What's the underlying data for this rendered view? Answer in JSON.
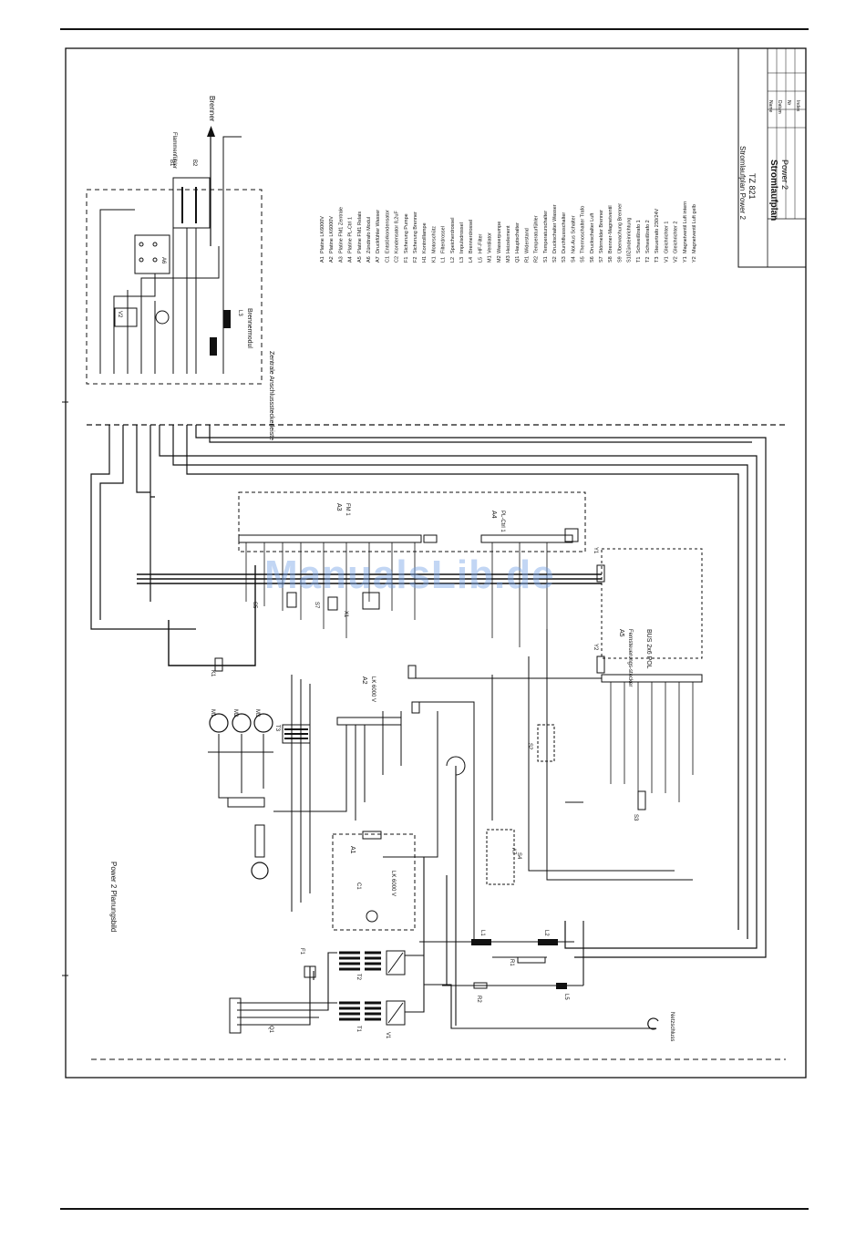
{
  "watermark": "ManualsLib.de",
  "sheet": {
    "title_block": {
      "model": "TZ 821",
      "drawing_title": "Stromlaufplan",
      "subtitle": "Power 2",
      "heading": "Stromlaufplan Power 2",
      "right_column": [
        "Name",
        "Datum",
        "Nr",
        "Index"
      ]
    },
    "top_labels": {
      "burner_arrow": "Brenner",
      "flame_sensor": "Flammenfühler",
      "burner_module": "Brennermodul",
      "interface_note": "Zentrale Anschlusssteckerleiste",
      "left_caption": "Power 2 Planungsbild",
      "ground_bottom": "Netzschluss"
    },
    "legend": [
      {
        "code": "A1",
        "text": "Platine LK6000V"
      },
      {
        "code": "A2",
        "text": "Platine LK6000V"
      },
      {
        "code": "A3",
        "text": "Platine FM1 Zentrale"
      },
      {
        "code": "A4",
        "text": "Platine PL-Ctrl 1"
      },
      {
        "code": "A5",
        "text": "Platine FM1 Relais"
      },
      {
        "code": "A6",
        "text": "Zündtrafo Modul"
      },
      {
        "code": "A7",
        "text": "Druckfühler Wasser"
      },
      {
        "code": "C1",
        "text": "Entstörkondensator"
      },
      {
        "code": "C2",
        "text": "Kondensator 8,2uF"
      },
      {
        "code": "F1",
        "text": "Sicherung Pumpe"
      },
      {
        "code": "F2",
        "text": "Sicherung Brenner"
      },
      {
        "code": "H1",
        "text": "Kontrolllampe"
      },
      {
        "code": "K1",
        "text": "Motorschütz"
      },
      {
        "code": "L1",
        "text": "Filterdrossel"
      },
      {
        "code": "L2",
        "text": "Speicherdrossel"
      },
      {
        "code": "L3",
        "text": "Impulsdrossel"
      },
      {
        "code": "L4",
        "text": "Brennerdrossel"
      },
      {
        "code": "L5",
        "text": "HF-Filter"
      },
      {
        "code": "M1",
        "text": "Ventilator"
      },
      {
        "code": "M2",
        "text": "Wasserpumpe"
      },
      {
        "code": "M3",
        "text": "Heizelement"
      },
      {
        "code": "Q1",
        "text": "Hauptschalter"
      },
      {
        "code": "R1",
        "text": "Widerstand"
      },
      {
        "code": "R2",
        "text": "Temperaturfühler"
      },
      {
        "code": "S1",
        "text": "Temperaturschalter"
      },
      {
        "code": "S2",
        "text": "Druckschalter Wasser"
      },
      {
        "code": "S3",
        "text": "Durchflussschalter"
      },
      {
        "code": "S4",
        "text": "Not-Aus Schalter"
      },
      {
        "code": "S5",
        "text": "Thermoschalter Trafo"
      },
      {
        "code": "S6",
        "text": "Druckschalter Luft"
      },
      {
        "code": "S7",
        "text": "Störmelder Brenner"
      },
      {
        "code": "S8",
        "text": "Brenner-Magnetventil"
      },
      {
        "code": "S9",
        "text": "Überwachung Brenner"
      },
      {
        "code": "S10",
        "text": "Zündeinrichtung"
      },
      {
        "code": "T1",
        "text": "Schweißtrafo 1"
      },
      {
        "code": "T2",
        "text": "Schweißtrafo 2"
      },
      {
        "code": "T3",
        "text": "Steuertrafo 230/24V"
      },
      {
        "code": "V1",
        "text": "Gleichrichter 1"
      },
      {
        "code": "V2",
        "text": "Gleichrichter 2"
      },
      {
        "code": "Y1",
        "text": "Magnetventil Luft intern"
      },
      {
        "code": "Y2",
        "text": "Magnetventil Luft gelb"
      }
    ],
    "boards": {
      "a3": "A3",
      "a3_sub": "FM 1",
      "a4": "A4",
      "a4_sub": "PL-Ctrl 1",
      "a5": "A5",
      "a5_sub": "Fernsteuerungs-stecker",
      "a5_code": "BUS 2x6 POL",
      "a2": "A2",
      "a2_sub": "LK 6000 V",
      "a1": "A1",
      "a1_sub": "LK 6000 V"
    },
    "components": {
      "m1": "M1",
      "m2": "M2",
      "m3": "M3",
      "t1": "T1",
      "t2": "T2",
      "t3": "T3",
      "v1": "V1",
      "v2": "V2",
      "l1": "L1",
      "l2": "L2",
      "l3": "L3",
      "l5": "L5",
      "r1": "R1",
      "r2": "R2",
      "c1": "C1",
      "q1": "Q1",
      "f1": "F1",
      "k1": "K1",
      "s2": "S2",
      "s3": "S3",
      "s4": "S4",
      "s5": "S5",
      "s7": "S7",
      "x1": "X1",
      "a6": "A6",
      "a7": "A7",
      "b1": "B1",
      "b2": "B2",
      "y1": "Y1",
      "y2": "Y2"
    }
  }
}
